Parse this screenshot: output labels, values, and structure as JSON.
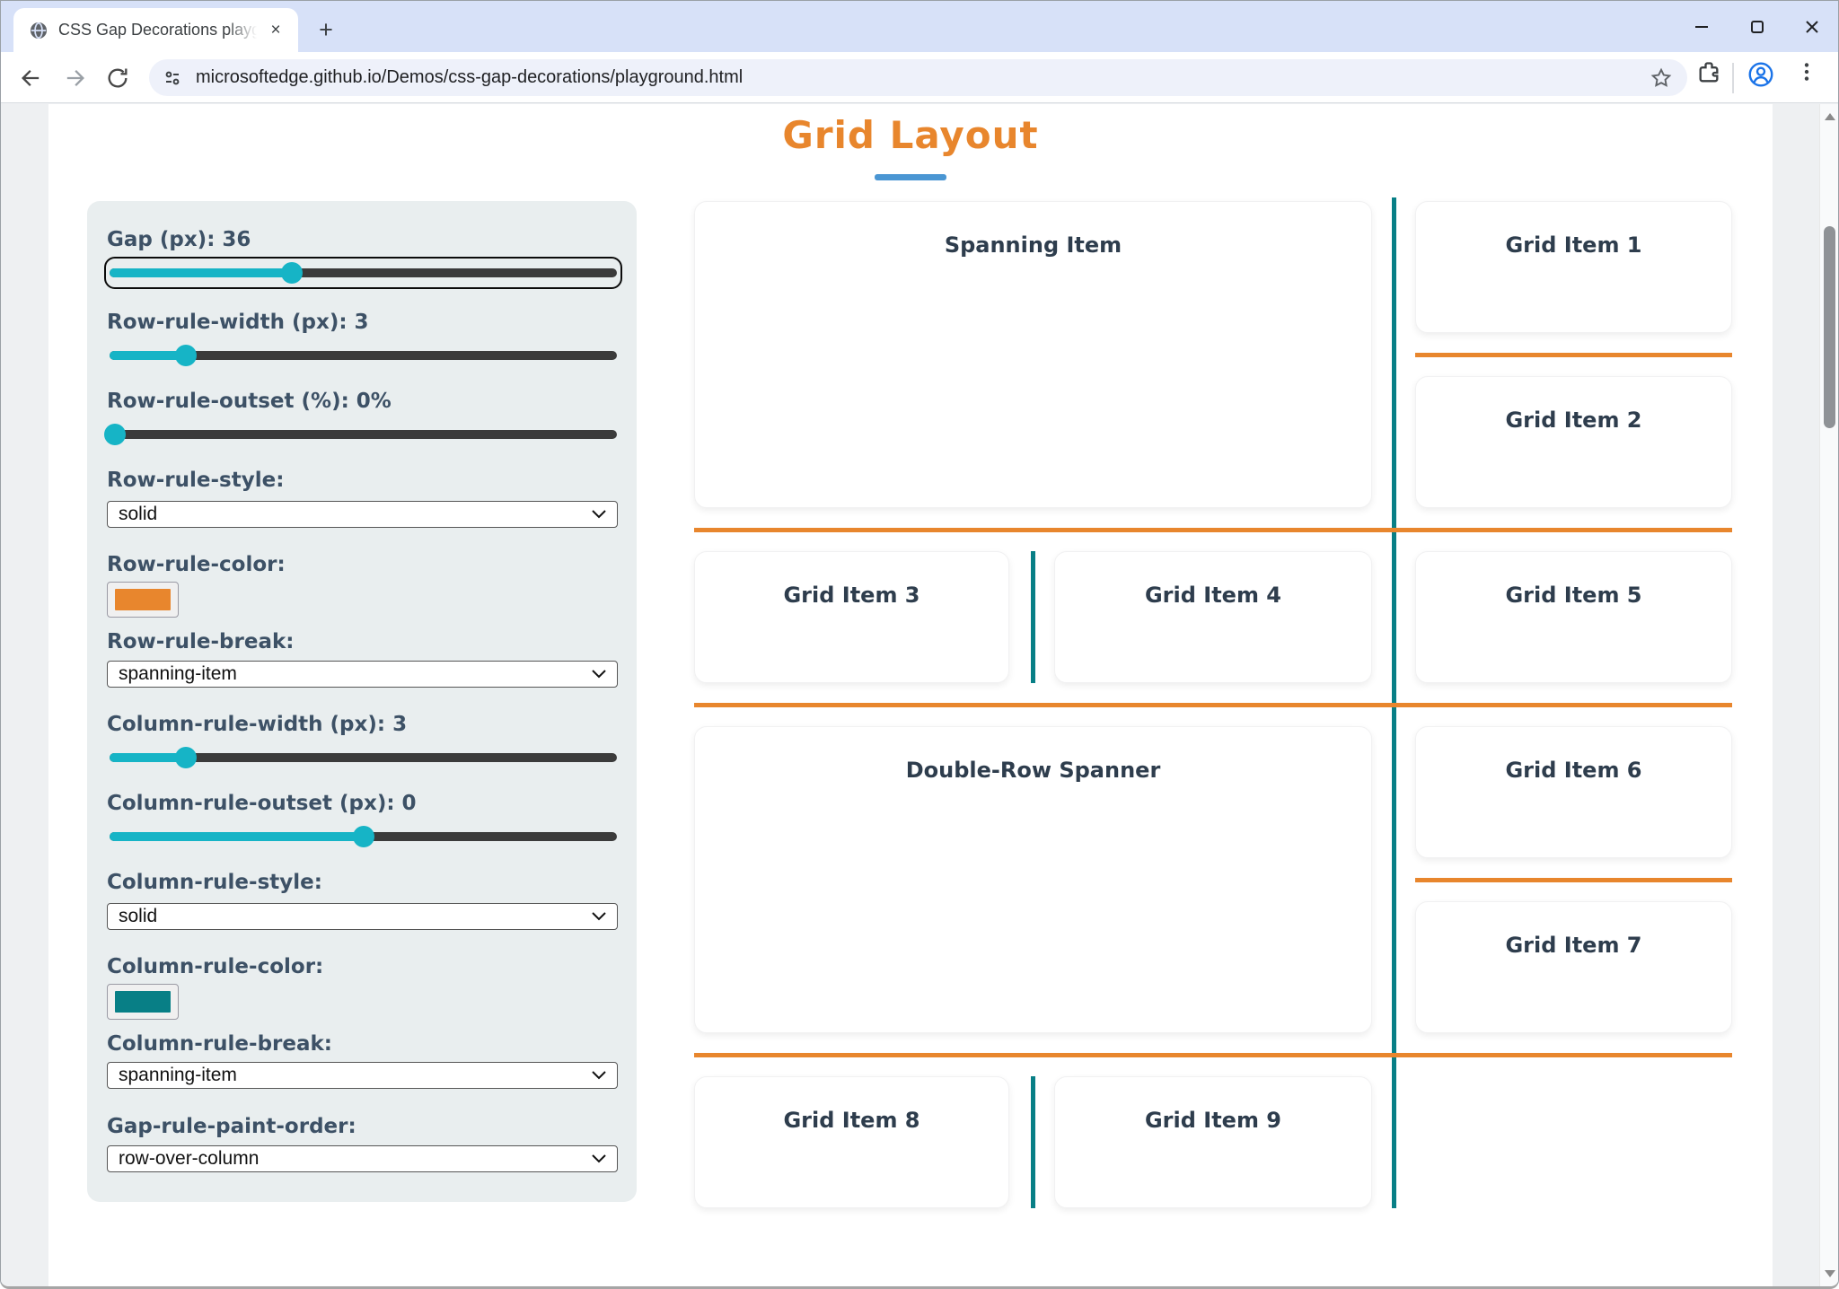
{
  "theme": {
    "tabstrip-bg": "#d7e1f8",
    "orange": "#e8862d",
    "teal": "#087f86",
    "cyan": "#16b4c6",
    "blue": "#4a96d3"
  },
  "browser": {
    "tab": {
      "title": "CSS Gap Decorations playgroun",
      "close_glyph": "×"
    },
    "new_tab_glyph": "+",
    "address_bar": {
      "url": "microsoftedge.github.io/Demos/css-gap-decorations/playground.html"
    }
  },
  "page": {
    "title": "Grid Layout",
    "panel": {
      "controls": [
        {
          "type": "slider",
          "label": "Gap (px): 36",
          "value": 36,
          "percent": 36,
          "focused": true
        },
        {
          "type": "slider",
          "label": "Row-rule-width (px): 3",
          "value": 3,
          "percent": 15
        },
        {
          "type": "slider",
          "label": "Row-rule-outset (%): 0%",
          "value": "0%",
          "percent": 1
        },
        {
          "type": "select",
          "label": "Row-rule-style:",
          "value": "solid"
        },
        {
          "type": "color",
          "label": "Row-rule-color:",
          "value": "#e8862d"
        },
        {
          "type": "select",
          "label": "Row-rule-break:",
          "value": "spanning-item"
        },
        {
          "type": "slider",
          "label": "Column-rule-width (px): 3",
          "value": 3,
          "percent": 15
        },
        {
          "type": "slider",
          "label": "Column-rule-outset (px): 0",
          "value": 0,
          "percent": 50
        },
        {
          "type": "select",
          "label": "Column-rule-style:",
          "value": "solid"
        },
        {
          "type": "color",
          "label": "Column-rule-color:",
          "value": "#087f86"
        },
        {
          "type": "select",
          "label": "Column-rule-break:",
          "value": "spanning-item"
        },
        {
          "type": "select",
          "label": "Gap-rule-paint-order:",
          "value": "row-over-column"
        }
      ]
    },
    "grid": {
      "items": [
        {
          "label": "Spanning Item"
        },
        {
          "label": "Grid Item 1"
        },
        {
          "label": "Grid Item 2"
        },
        {
          "label": "Grid Item 3"
        },
        {
          "label": "Grid Item 4"
        },
        {
          "label": "Grid Item 5"
        },
        {
          "label": "Double-Row Spanner"
        },
        {
          "label": "Grid Item 6"
        },
        {
          "label": "Grid Item 7"
        },
        {
          "label": "Grid Item 8"
        },
        {
          "label": "Grid Item 9"
        }
      ]
    }
  }
}
